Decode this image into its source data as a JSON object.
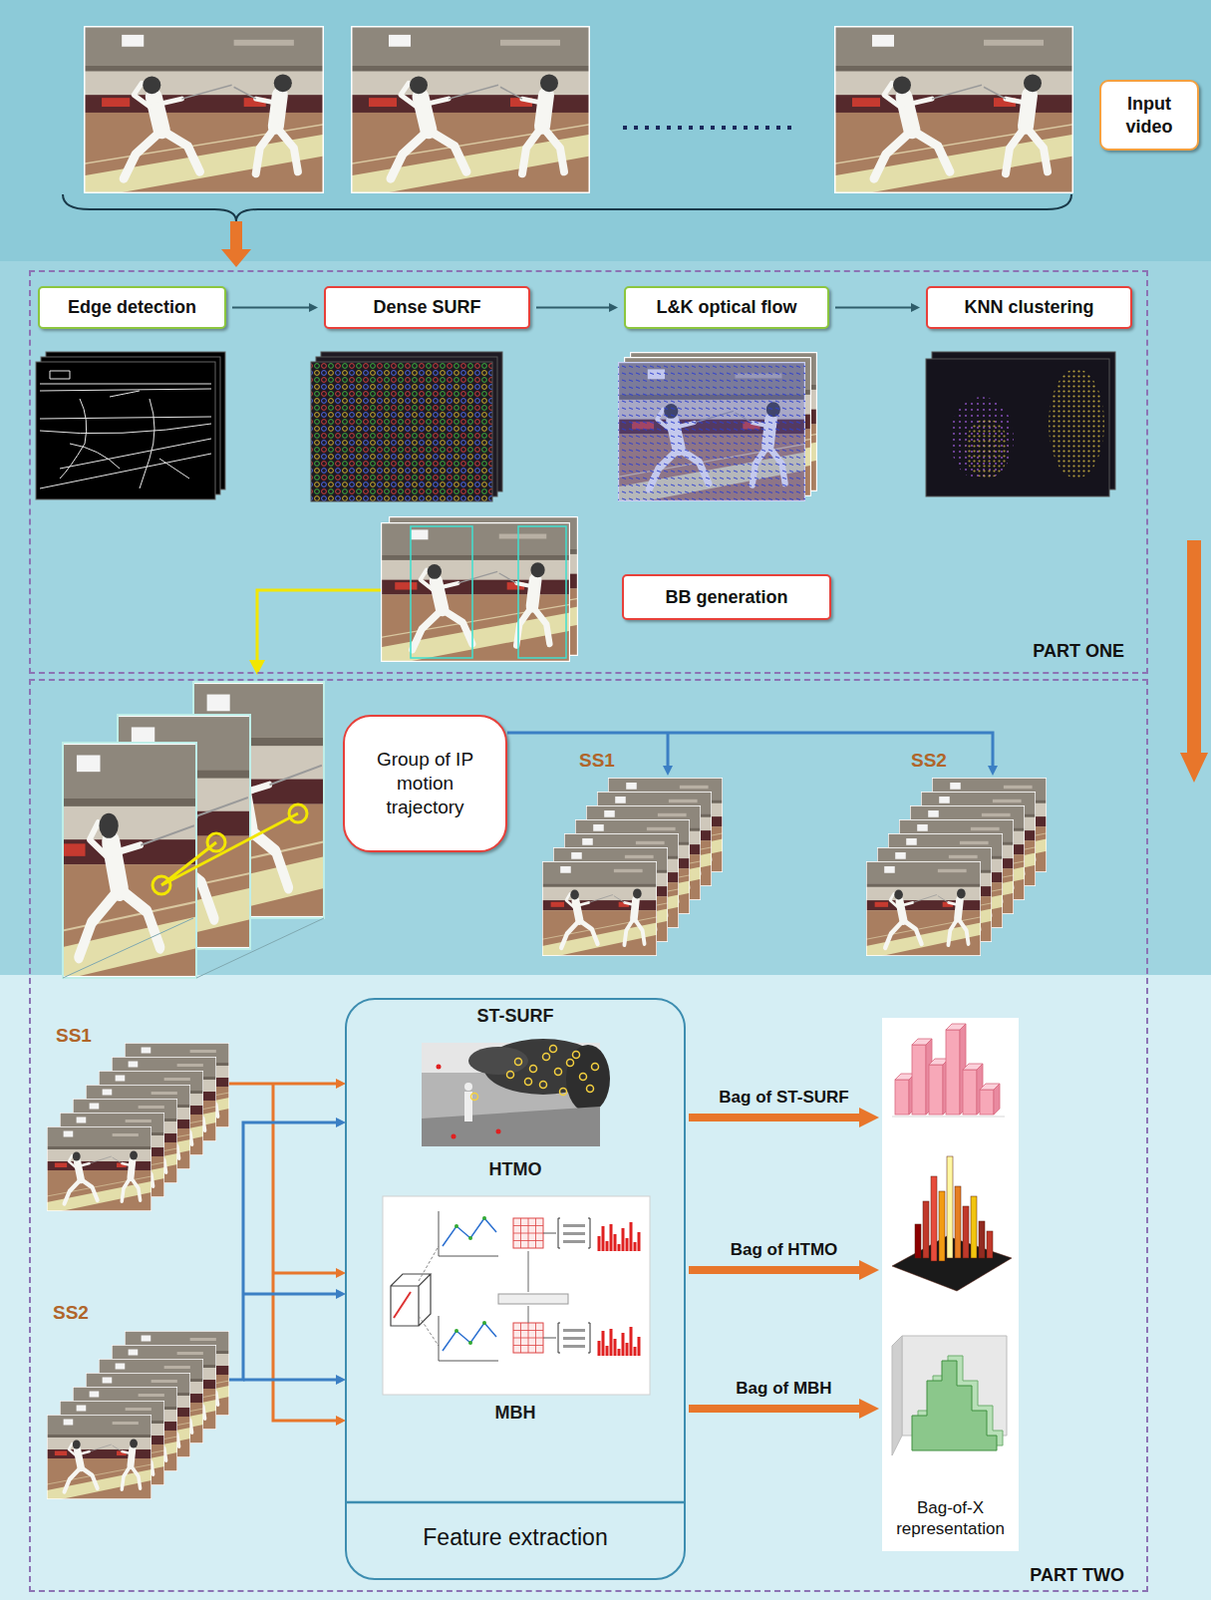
{
  "diagram": {
    "nodes": [
      {
        "text": [
          "Input video"
        ]
      },
      {
        "text": [
          "PART ONE"
        ]
      },
      {
        "text": [
          "Edge detection"
        ],
        "in": 1
      },
      {
        "text": [
          "Dense SURF"
        ],
        "in": 1
      },
      {
        "text": [
          "L&K optical flow"
        ],
        "in": 1
      },
      {
        "text": [
          "KNN clustering"
        ],
        "in": 1
      },
      {
        "text": [
          "BB generation"
        ],
        "in": 1
      },
      {
        "text": [
          "PART TWO"
        ]
      },
      {
        "text": [
          "Group of IP motion trajectory"
        ],
        "in": 7
      },
      {
        "text": [
          "Feature extraction"
        ],
        "in": 7
      },
      {
        "text": [
          "Bag-of-X representation"
        ],
        "in": 7
      }
    ],
    "edges": [
      {
        "from": 2,
        "to": 3,
        "arrow": "to"
      },
      {
        "from": 3,
        "to": 4,
        "arrow": "to"
      },
      {
        "from": 4,
        "to": 5,
        "arrow": "to"
      },
      {
        "from": 9,
        "to": 10,
        "label": "Bag of ST-SURF",
        "arrow": "to"
      },
      {
        "from": 9,
        "to": 10,
        "label": "Bag of HTMO",
        "arrow": "to"
      },
      {
        "from": 9,
        "to": 10,
        "label": "Bag of MBH",
        "arrow": "to"
      }
    ],
    "labels": [
      "SS1",
      "SS2",
      "SS1",
      "SS2",
      "ST-SURF",
      "HTMO",
      "MBH"
    ]
  }
}
